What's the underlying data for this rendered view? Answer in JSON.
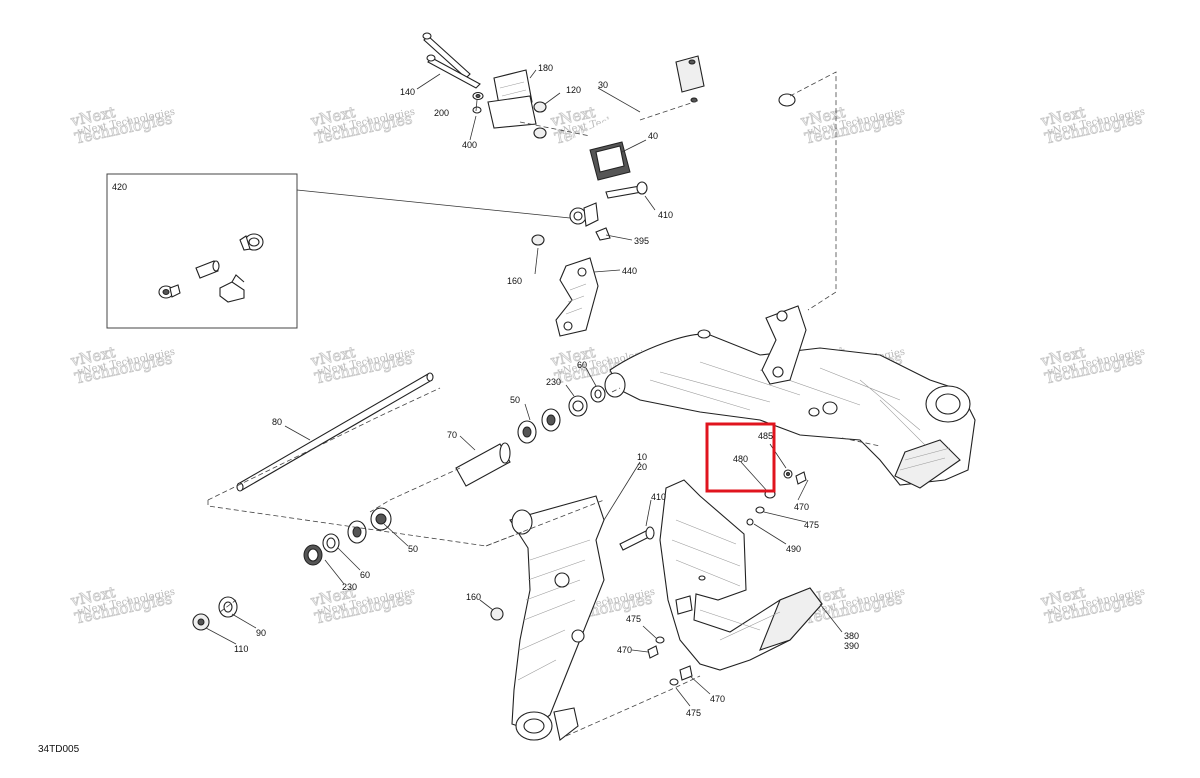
{
  "diagram": {
    "figure_code": "34TD005",
    "callouts": {
      "c10": "10",
      "c20": "20",
      "c30": "30",
      "c40": "40",
      "c50a": "50",
      "c50b": "50",
      "c60a": "60",
      "c60b": "60",
      "c70": "70",
      "c80": "80",
      "c90": "90",
      "c110": "110",
      "c120": "120",
      "c140": "140",
      "c160a": "160",
      "c160b": "160",
      "c180": "180",
      "c200": "200",
      "c230a": "230",
      "c230b": "230",
      "c380": "380",
      "c390": "390",
      "c395": "395",
      "c400": "400",
      "c410a": "410",
      "c410b": "410",
      "c420": "420",
      "c440": "440",
      "c470a": "470",
      "c470b": "470",
      "c470c": "470",
      "c475a": "475",
      "c475b": "475",
      "c475c": "475",
      "c480": "480",
      "c485": "485",
      "c490": "490"
    },
    "watermark": {
      "brand": "vNext",
      "text": "vNext Technologies",
      "overlay": "Technologies"
    },
    "highlight_color": "#e0141e"
  }
}
